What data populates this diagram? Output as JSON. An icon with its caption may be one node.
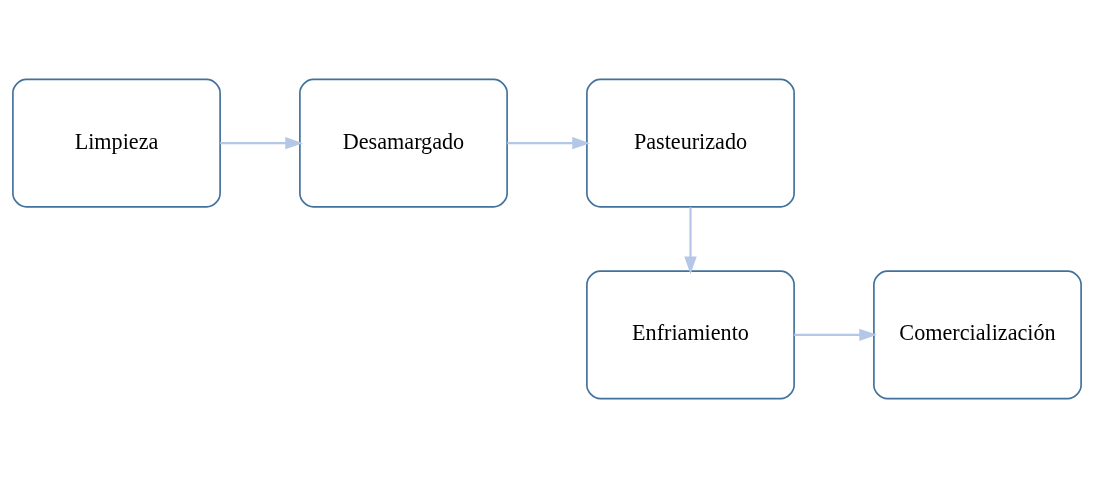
{
  "diagram": {
    "nodes": [
      {
        "text": [
          "Limpieza"
        ]
      },
      {
        "text": [
          "Desamargado"
        ]
      },
      {
        "text": [
          "Pasteurizado"
        ]
      },
      {
        "text": [
          "Enfriamiento"
        ]
      },
      {
        "text": [
          "Comercialización"
        ]
      }
    ],
    "edges": [
      {
        "from": 0,
        "to": 1,
        "arrow": "to"
      },
      {
        "from": 1,
        "to": 2,
        "arrow": "to"
      },
      {
        "from": 2,
        "to": 3,
        "arrow": "to"
      },
      {
        "from": 3,
        "to": 4,
        "arrow": "to"
      }
    ]
  }
}
